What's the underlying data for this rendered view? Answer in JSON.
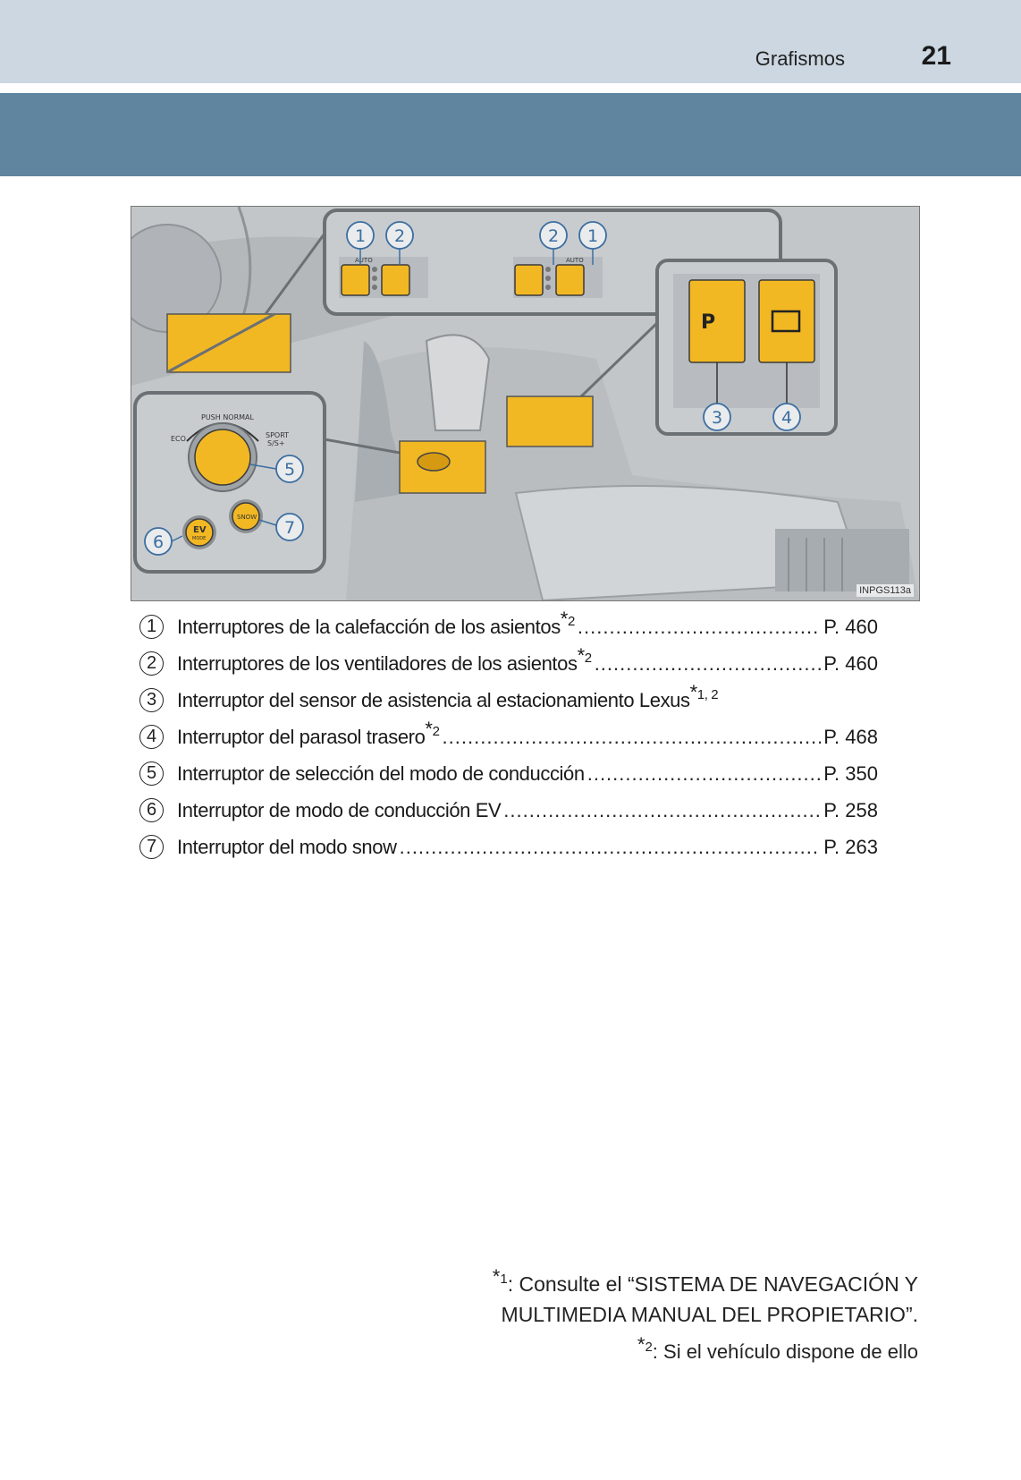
{
  "header": {
    "section_title": "Grafismos",
    "page_number": "21"
  },
  "figure": {
    "code": "INPGS113a",
    "knob_labels": {
      "push_normal": "PUSH  NORMAL",
      "eco": "ECO",
      "sport": "SPORT",
      "ss": "S/S+",
      "snow": "SNOW",
      "ev": "EV",
      "mode": "MODE",
      "auto": "AUTO"
    },
    "callouts": [
      "1",
      "2",
      "3",
      "4",
      "5",
      "6",
      "7"
    ]
  },
  "items": [
    {
      "num": "1",
      "text": "Interruptores de la calefacción de los asientos",
      "note": "2",
      "page": "P. 460"
    },
    {
      "num": "2",
      "text": "Interruptores de los ventiladores de los asientos",
      "note": "2",
      "page": "P. 460"
    },
    {
      "num": "3",
      "text": "Interruptor del sensor de asistencia al estacionamiento Lexus",
      "note": "1, 2",
      "page": ""
    },
    {
      "num": "4",
      "text": "Interruptor del parasol trasero",
      "note": "2",
      "page": "P. 468"
    },
    {
      "num": "5",
      "text": "Interruptor de selección del modo de conducción",
      "note": "",
      "page": "P. 350"
    },
    {
      "num": "6",
      "text": "Interruptor de modo de conducción EV",
      "note": "",
      "page": "P. 258"
    },
    {
      "num": "7",
      "text": "Interruptor del modo snow",
      "note": "",
      "page": "P. 263"
    }
  ],
  "footnotes": {
    "n1_mark": "1",
    "n1_line1": ": Consulte el “SISTEMA DE NAVEGACIÓN Y",
    "n1_line2": "MULTIMEDIA MANUAL DEL PROPIETARIO”.",
    "n2_mark": "2",
    "n2_text": ": Si el vehículo dispone de ello"
  },
  "colors": {
    "switch_yellow": "#f2b823",
    "header_light": "#ccd7e1",
    "header_blue": "#5f859f"
  }
}
